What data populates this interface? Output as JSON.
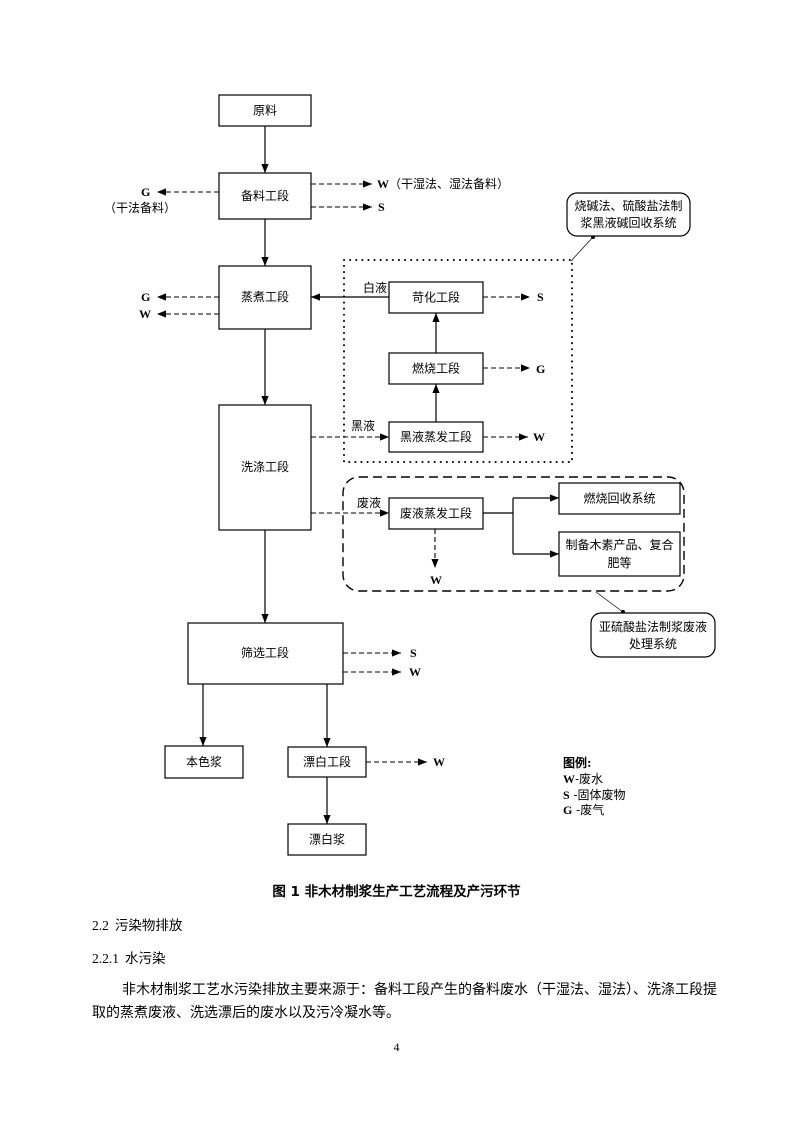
{
  "diagram": {
    "nodes": {
      "raw_material": "原料",
      "prep": "备料工段",
      "cooking": "蒸煮工段",
      "washing": "洗涤工段",
      "screening": "筛选工段",
      "unbleached_pulp": "本色浆",
      "bleaching": "漂白工段",
      "bleached_pulp": "漂白浆",
      "causticizing": "苛化工段",
      "combustion": "燃烧工段",
      "black_liquor_evap": "黑液蒸发工段",
      "waste_liquor_evap": "废液蒸发工段",
      "combustion_recovery": "燃烧回收系统",
      "lignin_products": [
        "制备木素产品、复合",
        "肥等"
      ]
    },
    "edge_labels": {
      "white_liquor": "白液",
      "black_liquor": "黑液",
      "waste_liquor": "废液"
    },
    "emissions": {
      "prep_left": {
        "code": "G",
        "note": "（干法备料）"
      },
      "prep_right_w": {
        "code": "W",
        "note": "（干湿法、湿法备料）"
      },
      "prep_right_s": {
        "code": "S"
      },
      "cooking_g": {
        "code": "G"
      },
      "cooking_w": {
        "code": "W"
      },
      "causticizing_s": {
        "code": "S"
      },
      "combustion_g": {
        "code": "G"
      },
      "black_liquor_evap_w": {
        "code": "W"
      },
      "waste_liquor_evap_w": {
        "code": "W"
      },
      "screening_s": {
        "code": "S"
      },
      "screening_w": {
        "code": "W"
      },
      "bleaching_w": {
        "code": "W"
      }
    },
    "callouts": {
      "alkali_recovery": [
        "烧碱法、硫酸盐法制",
        "浆黑液碱回收系统"
      ],
      "sulfite_treatment": [
        "亚硫酸盐法制浆废液",
        "处理系统"
      ]
    },
    "legend": {
      "title": "图例:",
      "items": [
        {
          "code": "W",
          "label": "-废水"
        },
        {
          "code": "S",
          "label": " -固体废物"
        },
        {
          "code": "G",
          "label": " -废气"
        }
      ]
    }
  },
  "caption": "图 1  非木材制浆生产工艺流程及产污环节",
  "sections": [
    {
      "number": "2.2",
      "title": "污染物排放"
    },
    {
      "number": "2.2.1",
      "title": "水污染"
    }
  ],
  "paragraph": "非木材制浆工艺水污染排放主要来源于：备料工段产生的备料废水（干湿法、湿法）、洗涤工段提取的蒸煮废液、洗选漂后的废水以及污冷凝水等。",
  "page_number": "4"
}
